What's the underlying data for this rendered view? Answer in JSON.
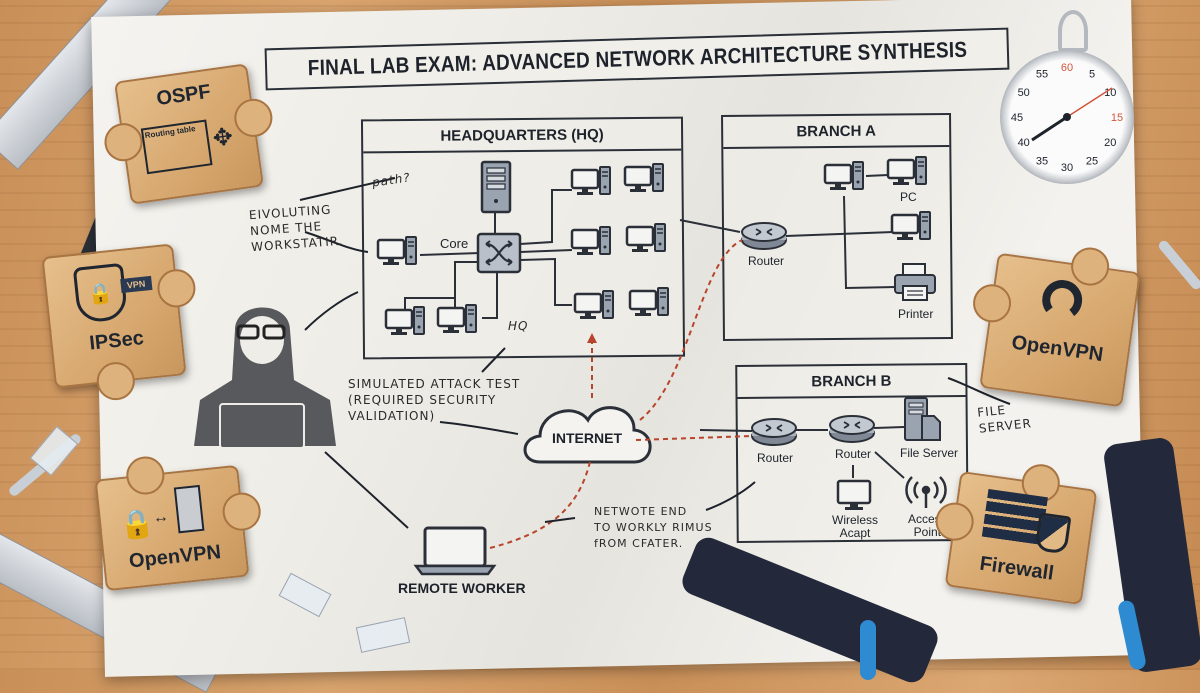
{
  "title": "FINAL LAB EXAM: ADVANCED NETWORK ARCHITECTURE SYNTHESIS",
  "zones": {
    "hq": {
      "header": "HEADQUARTERS (HQ)",
      "core_label": "Core",
      "hq_note": "HQ"
    },
    "branch_a": {
      "header": "BRANCH A",
      "router_label": "Router",
      "pc_label": "PC",
      "printer_label": "Printer"
    },
    "branch_b": {
      "header": "BRANCH B",
      "router1_label": "Router",
      "router2_label": "Router",
      "file_server_label": "File Server",
      "wireless_label": "Wireless\nAcapt",
      "ap_label": "Access\nPoint"
    }
  },
  "internet_label": "INTERNET",
  "remote_worker_label": "REMOTE WORKER",
  "handwritten_notes": {
    "path": "path?",
    "evaluating": "EIVOLUTING\nNOME THE\nWORKSTATIR.",
    "attack_test": "SIMULATED ATTACK TEST\n(REQUIRED SECURITY\nVALIDATION)",
    "netwote": "NETWOTE END\nTO WORKLY RIMUS\nfROM CFATER.",
    "file_server": "FILE\nSERVER"
  },
  "puzzle_pieces": [
    {
      "label": "OSPF",
      "sub": "Routing table"
    },
    {
      "label": "IPSec",
      "sub": "VPN"
    },
    {
      "label": "OpenVPN",
      "sub": ""
    },
    {
      "label": "OpenVPN",
      "sub": ""
    },
    {
      "label": "Firewall",
      "sub": ""
    }
  ],
  "stopwatch": {
    "numbers": [
      "60",
      "5",
      "10",
      "15",
      "20",
      "25",
      "30",
      "35",
      "40",
      "45",
      "50",
      "55"
    ],
    "accent": "#d2553a"
  },
  "colors": {
    "ink": "#2a2f38",
    "icon_fill": "#9aa3b0",
    "dashed_link": "#b8442b",
    "paper": "#efede7",
    "wood": "#d9a46e"
  }
}
